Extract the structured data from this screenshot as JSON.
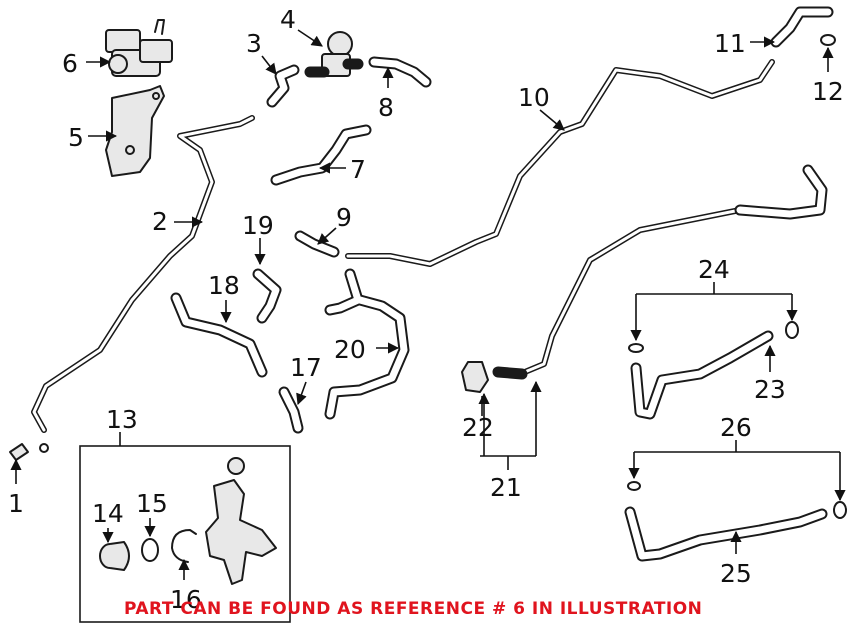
{
  "callouts": {
    "c1": "1",
    "c2": "2",
    "c3": "3",
    "c4": "4",
    "c5": "5",
    "c6": "6",
    "c7": "7",
    "c8": "8",
    "c9": "9",
    "c10": "10",
    "c11": "11",
    "c12": "12",
    "c13": "13",
    "c14": "14",
    "c15": "15",
    "c16": "16",
    "c17": "17",
    "c18": "18",
    "c19": "19",
    "c20": "20",
    "c21": "21",
    "c22": "22",
    "c23": "23",
    "c24": "24",
    "c25": "25",
    "c26": "26"
  },
  "caption": "PART CAN BE FOUND AS REFERENCE # 6 IN ILLUSTRATION",
  "colors": {
    "caption": "#e0141e",
    "linework": "#1a1a1a",
    "background": "#ffffff"
  }
}
